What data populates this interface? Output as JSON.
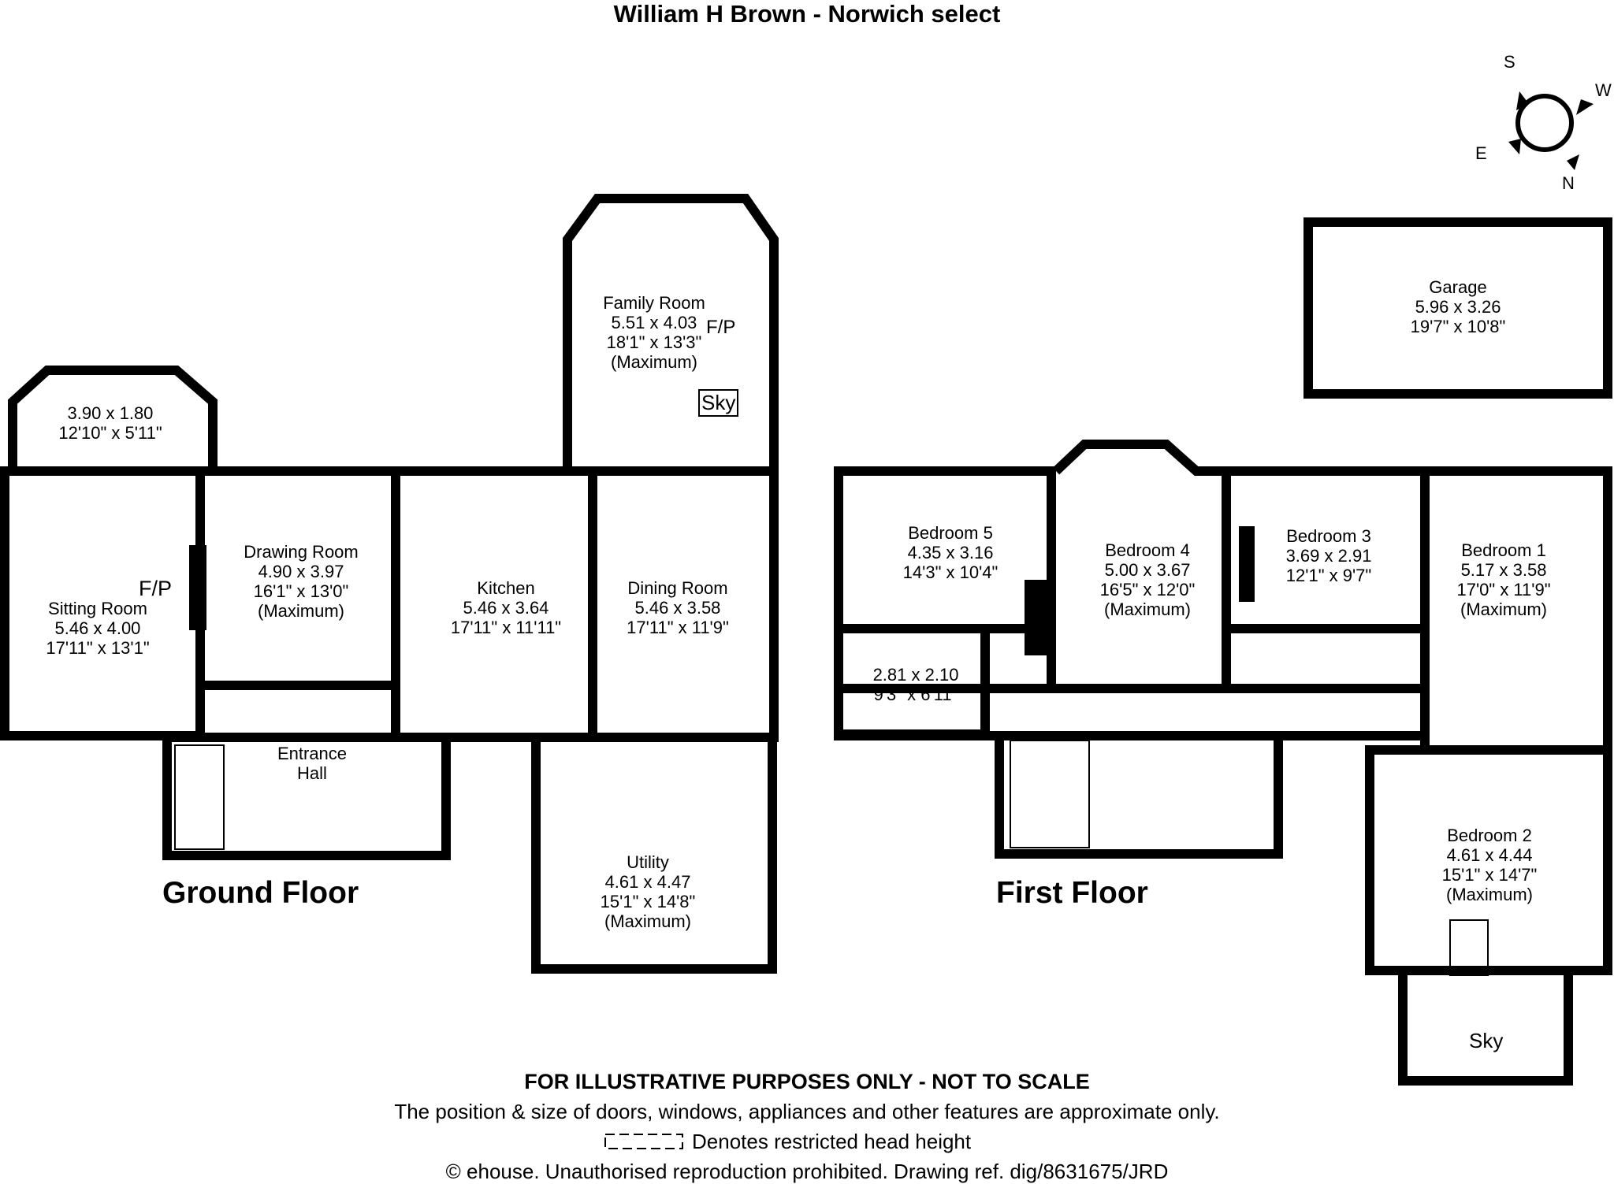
{
  "title": "William H Brown - Norwich select",
  "floors": {
    "ground": "Ground Floor",
    "first": "First Floor"
  },
  "compass": {
    "s": "S",
    "w": "W",
    "e": "E",
    "n": "N"
  },
  "rooms": {
    "bay": {
      "line1": "3.90 x 1.80",
      "line2": "12'10\" x 5'11\""
    },
    "sitting": {
      "name": "Sitting Room",
      "line1": "5.46 x 4.00",
      "line2": "17'11\" x 13'1\""
    },
    "drawing": {
      "name": "Drawing Room",
      "line1": "4.90 x 3.97",
      "line2": "16'1\" x 13'0\"",
      "note": "(Maximum)"
    },
    "kitchen": {
      "name": "Kitchen",
      "line1": "5.46 x 3.64",
      "line2": "17'11\" x 11'11\""
    },
    "family": {
      "name": "Family Room",
      "line1": "5.51 x 4.03",
      "line2": "18'1\" x 13'3\"",
      "note": "(Maximum)"
    },
    "dining": {
      "name": "Dining Room",
      "line1": "5.46 x 3.58",
      "line2": "17'11\" x 11'9\""
    },
    "entrance": {
      "name1": "Entrance",
      "name2": "Hall"
    },
    "utility": {
      "name": "Utility",
      "line1": "4.61 x 4.47",
      "line2": "15'1\" x 14'8\"",
      "note": "(Maximum)"
    },
    "garage": {
      "name": "Garage",
      "line1": "5.96 x 3.26",
      "line2": "19'7\" x 10'8\""
    },
    "bed5": {
      "name": "Bedroom 5",
      "line1": "4.35 x 3.16",
      "line2": "14'3\" x 10'4\""
    },
    "bed4": {
      "name": "Bedroom 4",
      "line1": "5.00 x 3.67",
      "line2": "16'5\" x 12'0\"",
      "note": "(Maximum)"
    },
    "bed3": {
      "name": "Bedroom 3",
      "line1": "3.69 x 2.91",
      "line2": "12'1\" x 9'7\""
    },
    "bed1": {
      "name": "Bedroom 1",
      "line1": "5.17 x 3.58",
      "line2": "17'0\" x 11'9\"",
      "note": "(Maximum)"
    },
    "box": {
      "line1": "2.81 x 2.10",
      "line2": "9'3\" x 6'11\""
    },
    "bed2": {
      "name": "Bedroom 2",
      "line1": "4.61 x 4.44",
      "line2": "15'1\" x 14'7\"",
      "note": "(Maximum)"
    }
  },
  "tags": {
    "fp1": "F/P",
    "fp2": "F/P",
    "sky1": "Sky",
    "sky2": "Sky"
  },
  "disclaimer": {
    "line1": "FOR ILLUSTRATIVE PURPOSES ONLY - NOT TO SCALE",
    "line2": "The position & size of doors, windows, appliances and other features are approximate only.",
    "line3": "Denotes restricted head height",
    "line4": "© ehouse. Unauthorised reproduction prohibited. Drawing ref. dig/8631675/JRD"
  }
}
